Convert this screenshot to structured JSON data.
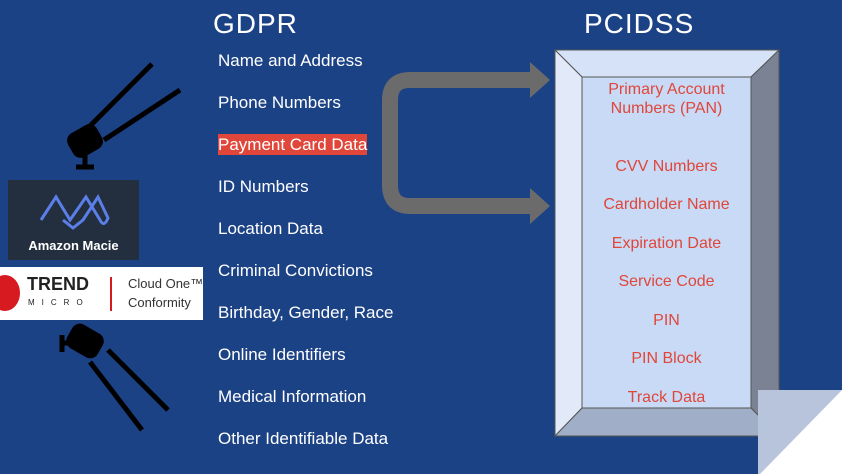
{
  "gdpr": {
    "title": "GDPR",
    "items": [
      "Name and Address",
      "Phone Numbers",
      "Payment Card Data",
      "ID Numbers",
      "Location Data",
      "Criminal Convictions",
      "Birthday, Gender, Race",
      "Online Identifiers",
      "Medical Information",
      "Other Identifiable Data"
    ],
    "highlight_color": "#e0463a"
  },
  "pcidss": {
    "title": "PCIDSS",
    "items": [
      "Primary Account Numbers (PAN)",
      "CVV Numbers",
      "Cardholder Name",
      "Expiration Date",
      "Service Code",
      "PIN",
      "PIN Block",
      "Track Data"
    ],
    "text_color": "#e0463a"
  },
  "logos": {
    "macie": "Amazon Macie",
    "trend_brand": "TREND",
    "trend_sub": "MICRO",
    "trend_product_1": "Cloud One™",
    "trend_product_2": "Conformity"
  }
}
